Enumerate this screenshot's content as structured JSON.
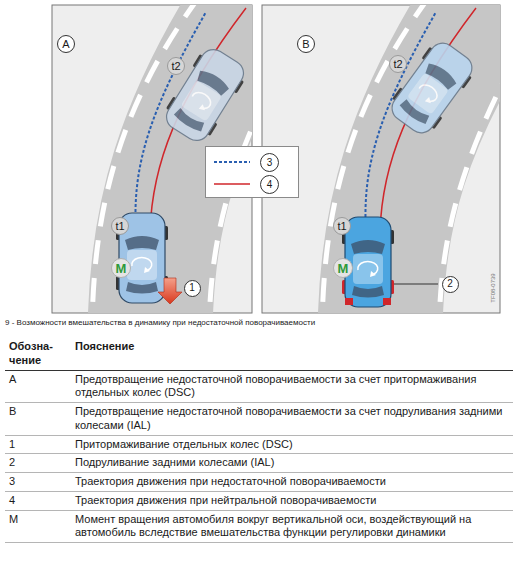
{
  "diagram": {
    "caption": "9 - Возможности вмешательства в динамику при недостаточной поворачиваемости",
    "nodes": [
      {
        "text": [
          "A"
        ]
      },
      {
        "text": [
          "t2"
        ]
      },
      {
        "text": [
          "t1"
        ]
      },
      {
        "text": [
          "M"
        ]
      },
      {
        "text": [
          "1"
        ]
      },
      {
        "text": [
          "B"
        ]
      },
      {
        "text": [
          "t2"
        ]
      },
      {
        "text": [
          "t1"
        ]
      },
      {
        "text": [
          "M"
        ]
      },
      {
        "text": [
          "2"
        ]
      }
    ],
    "labels": [
      "TF08-0739",
      "Обозна-чение",
      "Пояснение",
      "A",
      "Предотвращение недостаточной поворачиваемости за счет притормаживания отдельных колес (DSC)",
      "B",
      "Предотвращение недостаточной поворачиваемости за счет подруливания задними колесами (IAL)",
      "1",
      "Притормаживание отдельных колес (DSC)",
      "2",
      "Подруливание задними колесами (IAL)",
      "3",
      "Траектория движения при недостаточной поворачиваемости",
      "4",
      "Траектория движения при нейтральной поворачиваемости",
      "M",
      "Момент вращения автомобиля вокруг вертикальной оси, воздействующий на автомобиль вследствие вмешательства функции регулировки динамики"
    ],
    "legend": [
      {
        "text": "3"
      },
      {
        "text": "4"
      }
    ]
  }
}
